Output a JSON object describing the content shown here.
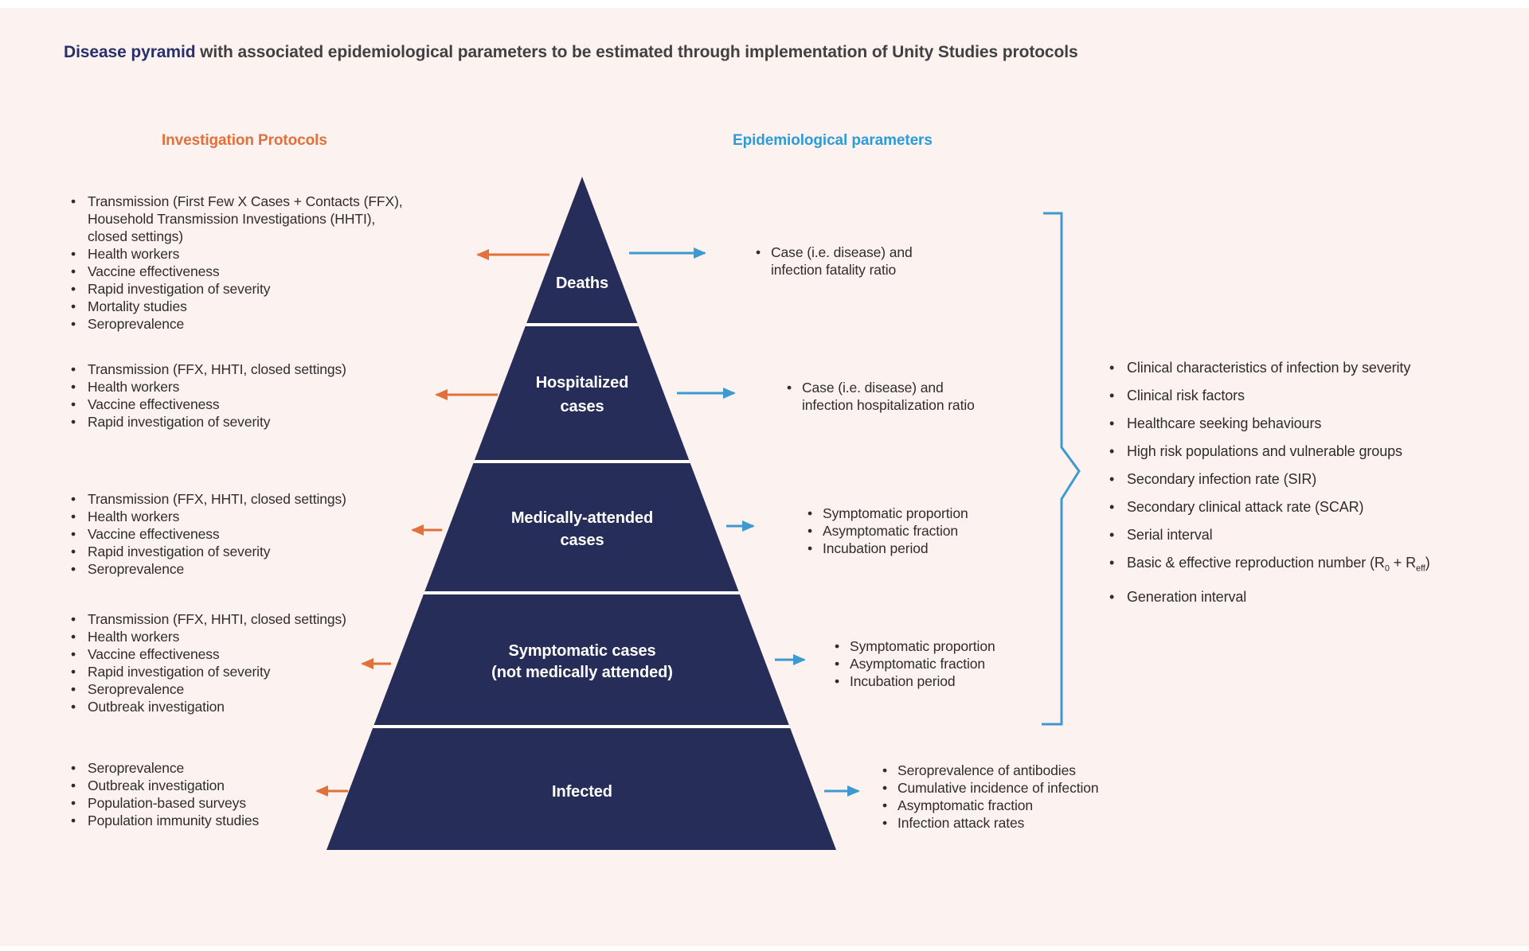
{
  "colors": {
    "bg": "#fcf2ef",
    "navy": "#262d58",
    "orange": "#e2703a",
    "blue": "#3d9ad1",
    "header-blue": "#2b9cd8",
    "title-navy": "#27306b",
    "text": "#2e2d2c",
    "white": "#ffffff"
  },
  "title": {
    "highlight": "Disease pyramid",
    "rest": " with associated epidemiological parameters to be estimated through implementation of Unity Studies protocols"
  },
  "column_headers": {
    "investigation": "Investigation Protocols",
    "parameters": "Epidemiological parameters"
  },
  "levels": [
    {
      "id": "deaths",
      "label_lines": [
        "Deaths"
      ],
      "protocols": [
        [
          "Transmission (First Few X Cases + Contacts (FFX),",
          "Household Transmission Investigations (HHTI),",
          "closed settings)"
        ],
        "Health workers",
        "Vaccine effectiveness",
        "Rapid investigation of severity",
        "Mortality studies",
        "Seroprevalence"
      ],
      "parameters": [
        [
          "Case (i.e. disease) and",
          "infection fatality ratio"
        ]
      ]
    },
    {
      "id": "hospitalized-cases",
      "label_lines": [
        "Hospitalized",
        "cases"
      ],
      "protocols": [
        "Transmission (FFX, HHTI, closed settings)",
        "Health workers",
        "Vaccine effectiveness",
        "Rapid investigation of severity"
      ],
      "parameters": [
        [
          "Case (i.e. disease) and",
          "infection hospitalization ratio"
        ]
      ]
    },
    {
      "id": "medically-attended-cases",
      "label_lines": [
        "Medically-attended",
        "cases"
      ],
      "protocols": [
        "Transmission (FFX, HHTI, closed settings)",
        "Health workers",
        "Vaccine effectiveness",
        "Rapid investigation of severity",
        "Seroprevalence"
      ],
      "parameters": [
        "Symptomatic proportion",
        "Asymptomatic fraction",
        "Incubation period"
      ]
    },
    {
      "id": "symptomatic-cases",
      "label_lines": [
        "Symptomatic cases",
        "(not medically attended)"
      ],
      "protocols": [
        "Transmission (FFX, HHTI, closed settings)",
        "Health workers",
        "Vaccine effectiveness",
        "Rapid investigation of severity",
        "Seroprevalence",
        "Outbreak investigation"
      ],
      "parameters": [
        "Symptomatic proportion",
        "Asymptomatic fraction",
        "Incubation period"
      ]
    },
    {
      "id": "infected",
      "label_lines": [
        "Infected"
      ],
      "protocols": [
        "Seroprevalence",
        "Outbreak investigation",
        "Population-based surveys",
        "Population immunity studies"
      ],
      "parameters": [
        "Seroprevalence of antibodies",
        "Cumulative incidence of infection",
        "Asymptomatic fraction",
        "Infection attack rates"
      ]
    }
  ],
  "shared_parameters": [
    "Clinical characteristics of infection by severity",
    "Clinical risk factors",
    "Healthcare seeking behaviours",
    "High risk populations and vulnerable groups",
    "Secondary infection rate (SIR)",
    "Secondary clinical attack rate (SCAR)",
    "Serial interval",
    "Basic & effective reproduction number (R_{0} + R_{eff})",
    "Generation interval"
  ]
}
